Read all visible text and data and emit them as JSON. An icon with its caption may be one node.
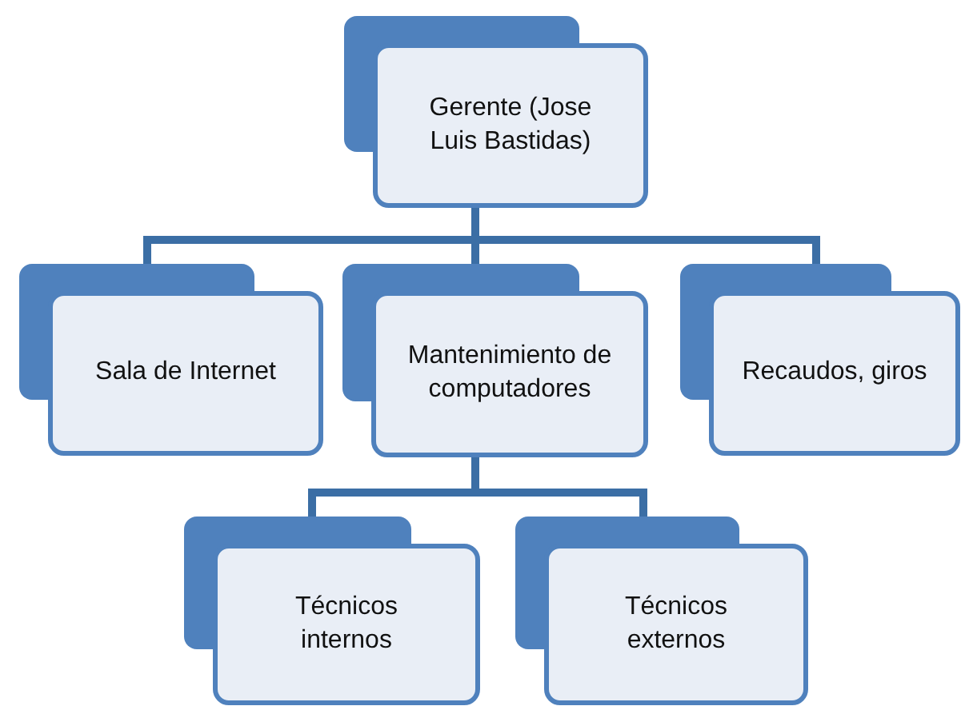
{
  "diagram": {
    "nodes": [
      {
        "text": [
          "Gerente (Jose Luis Bastidas)"
        ]
      },
      {
        "text": [
          "Sala de Internet"
        ]
      },
      {
        "text": [
          "Mantenimiento de computadores"
        ]
      },
      {
        "text": [
          "Recaudos, giros"
        ]
      },
      {
        "text": [
          "Técnicos internos"
        ]
      },
      {
        "text": [
          "Técnicos externos"
        ]
      }
    ],
    "edges": [
      {
        "from": 0,
        "to": 1,
        "arrow": "none"
      },
      {
        "from": 0,
        "to": 2,
        "arrow": "none"
      },
      {
        "from": 0,
        "to": 3,
        "arrow": "none"
      },
      {
        "from": 2,
        "to": 4,
        "arrow": "none"
      },
      {
        "from": 2,
        "to": 5,
        "arrow": "none"
      }
    ]
  }
}
